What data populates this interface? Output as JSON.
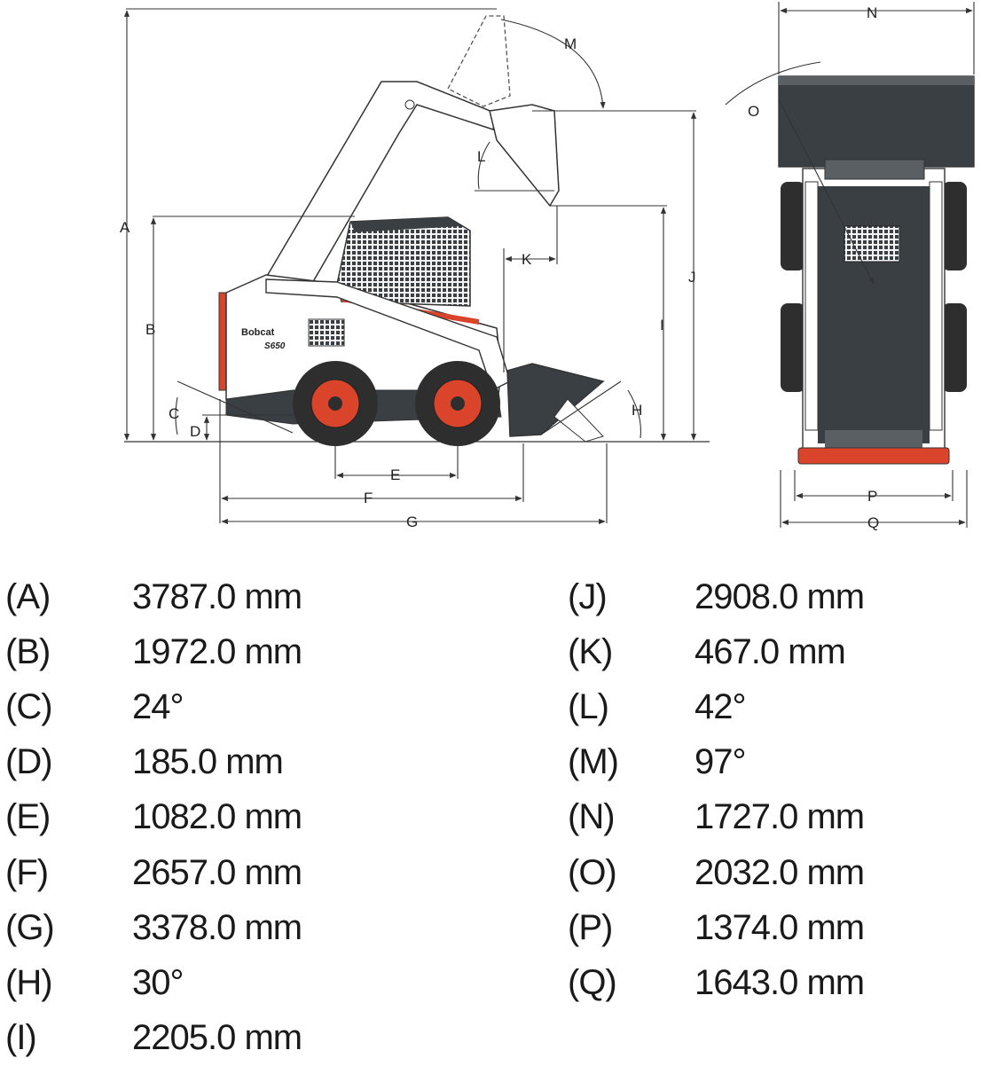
{
  "diagram": {
    "brand": "Bobcat",
    "model": "S650",
    "labels": {
      "A": "A",
      "B": "B",
      "C": "C",
      "D": "D",
      "E": "E",
      "F": "F",
      "G": "G",
      "H": "H",
      "I": "I",
      "J": "J",
      "K": "K",
      "L": "L",
      "M": "M",
      "N": "N",
      "O": "O",
      "P": "P",
      "Q": "Q"
    }
  },
  "specs": [
    {
      "code": "(A)",
      "value": "3787.0 mm"
    },
    {
      "code": "(B)",
      "value": "1972.0 mm"
    },
    {
      "code": "(C)",
      "value": "24°"
    },
    {
      "code": "(D)",
      "value": "185.0 mm"
    },
    {
      "code": "(E)",
      "value": "1082.0 mm"
    },
    {
      "code": "(F)",
      "value": "2657.0 mm"
    },
    {
      "code": "(G)",
      "value": "3378.0 mm"
    },
    {
      "code": "(H)",
      "value": "30°"
    },
    {
      "code": "(I)",
      "value": "2205.0 mm"
    },
    {
      "code": "(J)",
      "value": "2908.0 mm"
    },
    {
      "code": "(K)",
      "value": "467.0 mm"
    },
    {
      "code": "(L)",
      "value": "42°"
    },
    {
      "code": "(M)",
      "value": "97°"
    },
    {
      "code": "(N)",
      "value": "1727.0 mm"
    },
    {
      "code": "(O)",
      "value": "2032.0 mm"
    },
    {
      "code": "(P)",
      "value": "1374.0 mm"
    },
    {
      "code": "(Q)",
      "value": "1643.0 mm"
    }
  ],
  "colors": {
    "line": "#333333",
    "body": "#ffffff",
    "dark": "#3a3f44",
    "accent": "#d9442a",
    "tire": "#2e2e2e"
  }
}
